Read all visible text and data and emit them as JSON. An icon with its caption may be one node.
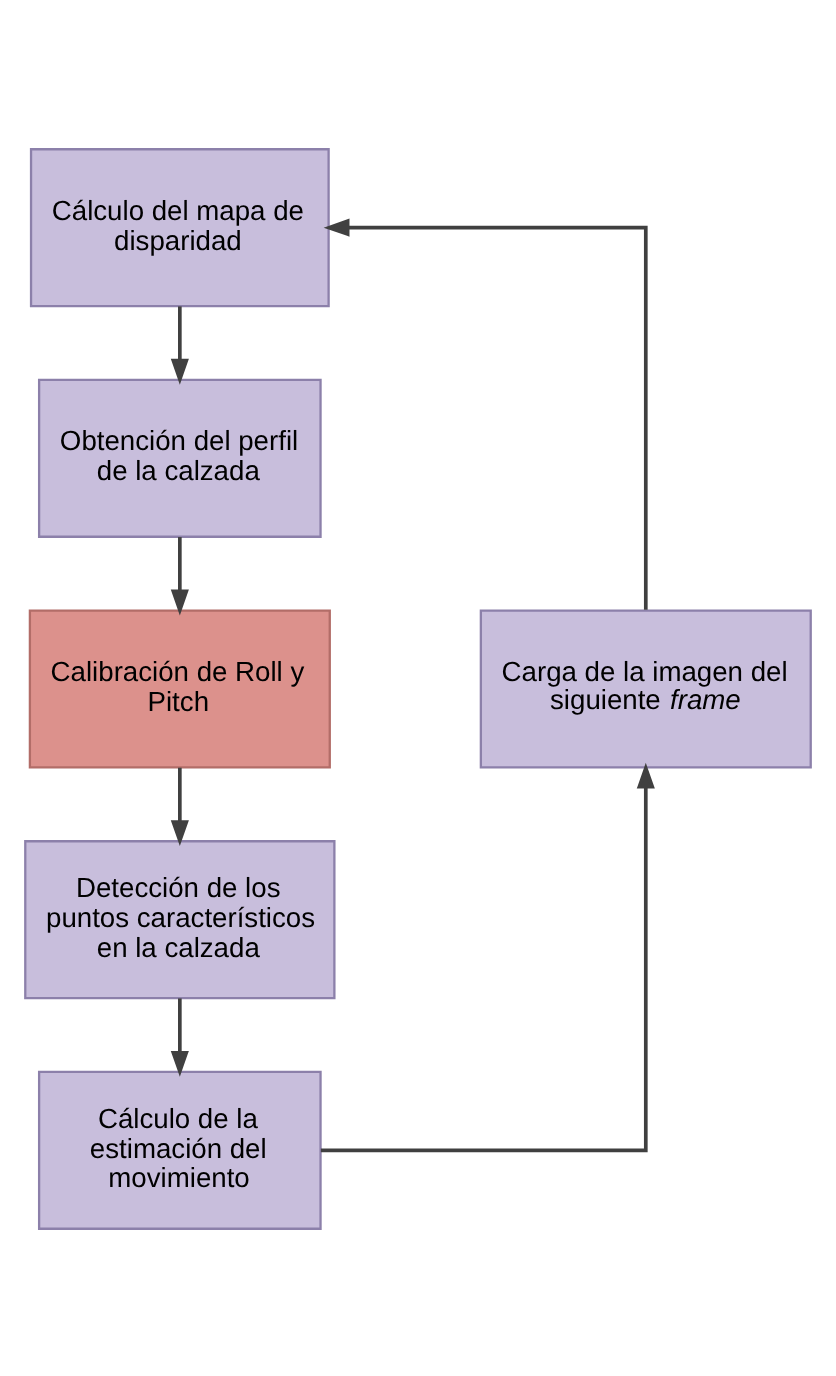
{
  "diagram": {
    "nodes": [
      {
        "text": [
          "Cálculo del mapa de disparidad"
        ]
      },
      {
        "text": [
          "Obtención del perfil de la calzada"
        ]
      },
      {
        "text": [
          "Calibración de Roll y Pitch"
        ]
      },
      {
        "text": [
          "Detección de los puntos característicos en la calzada"
        ]
      },
      {
        "text": [
          "Cálculo de la estimación del movimiento"
        ]
      },
      {
        "text": [
          "Carga de la imagen del siguiente *frame*"
        ]
      }
    ],
    "edges": [
      {
        "from": 0,
        "to": 1,
        "arrow": "to"
      },
      {
        "from": 1,
        "to": 2,
        "arrow": "to"
      },
      {
        "from": 2,
        "to": 3,
        "arrow": "to"
      },
      {
        "from": 3,
        "to": 4,
        "arrow": "to"
      },
      {
        "from": 4,
        "to": 5,
        "arrow": "to"
      },
      {
        "from": 5,
        "to": 0,
        "arrow": "to"
      }
    ]
  }
}
